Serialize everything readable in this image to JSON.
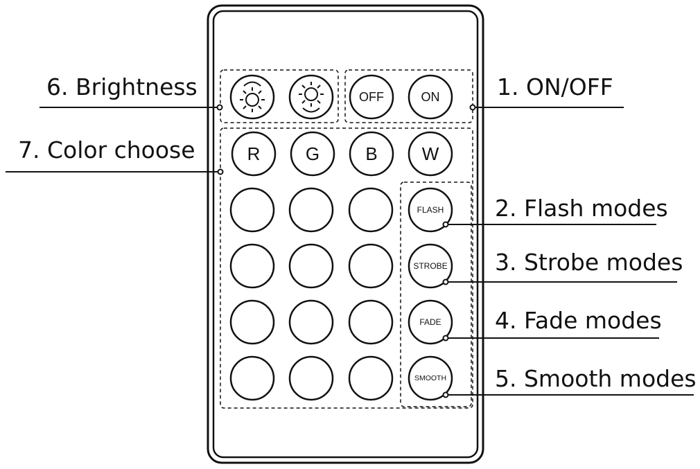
{
  "callouts": {
    "brightness": "6. Brightness",
    "on_off": "1. ON/OFF",
    "color_choose": "7. Color choose",
    "flash_modes": "2. Flash modes",
    "strobe_modes": "3. Strobe modes",
    "fade_modes": "4. Fade modes",
    "smooth_modes": "5. Smooth modes"
  },
  "buttons": {
    "brightness_up_icon": "sun-arrow-up-icon",
    "brightness_down_icon": "sun-arrow-down-icon",
    "off": "OFF",
    "on": "ON",
    "red": "R",
    "green": "G",
    "blue": "B",
    "white": "W",
    "flash": "FLASH",
    "strobe": "STROBE",
    "fade": "FADE",
    "smooth": "SMOOTH"
  },
  "colors": {
    "ink": "#111111",
    "background": "#ffffff"
  }
}
